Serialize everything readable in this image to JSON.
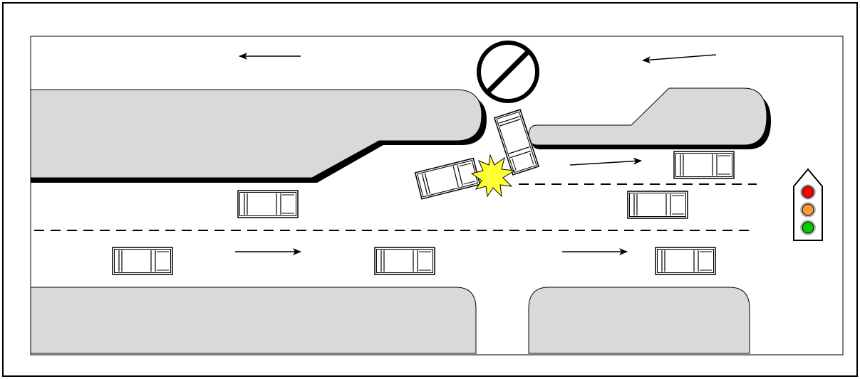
{
  "scene": {
    "colors": {
      "background": "#ffffff",
      "frame": "#000000",
      "curb_fill": "#d9d9d9",
      "curb_shadow": "#000000",
      "lane_marking": "#000000",
      "car_fill": "#ffffff",
      "impact_fill": "#ffff33",
      "signal_red": "#ff0000",
      "signal_amber": "#ff9933",
      "signal_green": "#00cc00",
      "signal_housing": "#ffffff",
      "no_entry_sign": "#000000"
    },
    "traffic_light": {
      "lamps": [
        "red",
        "amber",
        "green"
      ]
    },
    "sign": {
      "type": "no-entry-sign-icon"
    }
  }
}
